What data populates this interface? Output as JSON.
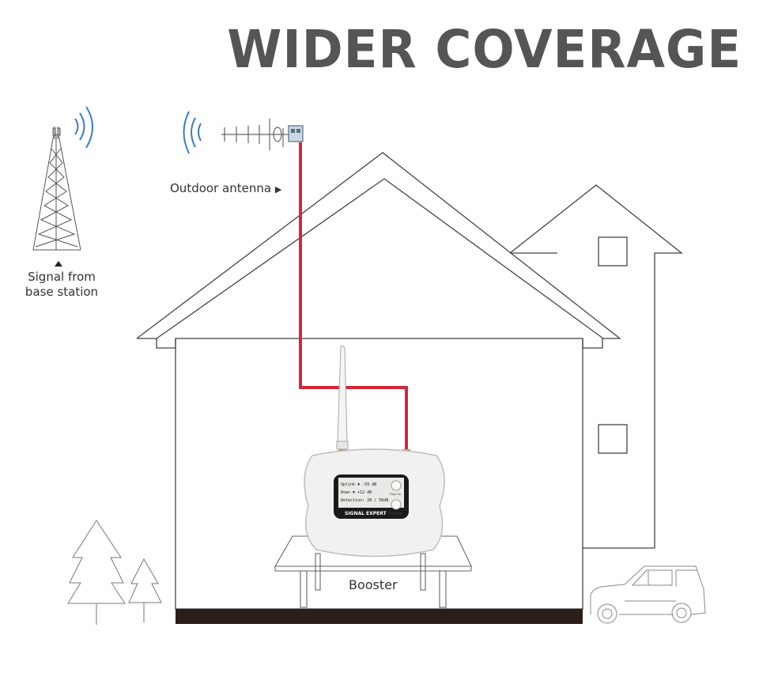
{
  "headline": "WIDER COVERAGE",
  "labels": {
    "outdoor_antenna": "Outdoor antenna",
    "signal_line1": "Signal from",
    "signal_line2": "base station",
    "booster": "Booster"
  },
  "device": {
    "brand": "SIGNAL EXPERT",
    "screen_rows": [
      "Uplink ▼ -59 dB",
      "Down ▼ +12 dB",
      "Detection: 28 / 56dB"
    ],
    "button_up": "Page Up",
    "button_down": "Page Down"
  },
  "colors": {
    "cable": "#d1283a",
    "signal_waves": "#3a7cc9",
    "headline": "#555555",
    "line": "#444444",
    "floor": "#2a1d1a"
  }
}
